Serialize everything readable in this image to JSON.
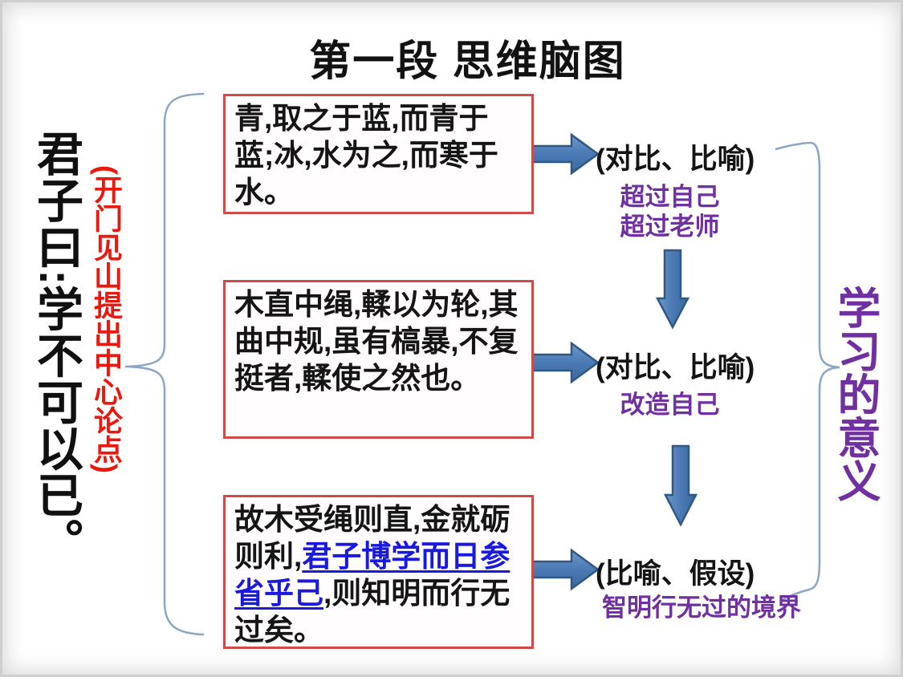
{
  "title": "第一段 思维脑图",
  "left_panel": {
    "main_quote": "君子曰:学不可以已。",
    "annotation": "(开门见山提出中心论点)"
  },
  "quote_boxes": [
    {
      "text": "青,取之于蓝,而青于蓝;冰,水为之,而寒于水。"
    },
    {
      "text": "木直中绳,輮以为轮,其曲中规,虽有槁暴,不复挺者,輮使之然也。"
    },
    {
      "parts": [
        "故木受绳则直,金就砺则利,",
        "君子博学而日参省乎己",
        ",则知明而行无过矣。"
      ]
    }
  ],
  "analysis_rows": [
    {
      "device": "(对比、比喻)",
      "meaning_lines": [
        "超过自己",
        "超过老师"
      ]
    },
    {
      "device": "(对比、比喻)",
      "meaning_lines": [
        "改造自己"
      ]
    },
    {
      "device": "(比喻、假设)",
      "meaning_lines": [
        "智明行无过的境界"
      ]
    }
  ],
  "right_panel": {
    "summary": "学习的意义"
  },
  "icons": {
    "right_arrows": "block-arrow-right",
    "down_arrows": "block-arrow-down",
    "left_brace": "curly-brace-left",
    "right_brace": "curly-brace-right"
  },
  "colors": {
    "box_border_red": "#cf4b4a",
    "annotation_red": "#e8190f",
    "purple": "#7030a0",
    "arrow_blue_fill": "#4a7ab5",
    "arrow_blue_outline": "#2e5984",
    "highlight_blue": "#1a1adf",
    "brace_blue": "#8ba6c4",
    "text_black": "#141414"
  }
}
